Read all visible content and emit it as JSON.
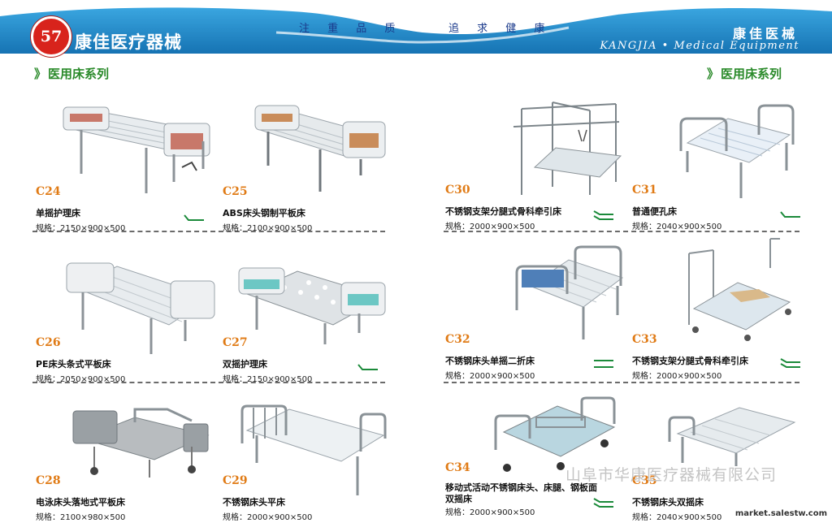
{
  "header": {
    "logo_text": "57",
    "company_cn": "康佳医疗器械",
    "slogan_1": "注 重 品 质",
    "slogan_2": "追 求 健 康",
    "brand_cn": "康佳医械",
    "brand_en": "KANGJIA • Medical Equipment",
    "colors": {
      "band": "#1f8fd1",
      "band_dark": "#1673b3",
      "logo_red": "#d8231c"
    }
  },
  "section_left": {
    "arrow": "》",
    "title": "医用床系列"
  },
  "section_right": {
    "arrow": "》",
    "title": "医用床系列"
  },
  "products": [
    {
      "code": "C24",
      "name": "单摇护理床",
      "spec": "规格：2150×900×500"
    },
    {
      "code": "C25",
      "name": "ABS床头钢制平板床",
      "spec": "规格：2100×900×500"
    },
    {
      "code": "C30",
      "name": "不锈钢支架分腿式骨科牵引床",
      "spec": "规格：2000×900×500"
    },
    {
      "code": "C31",
      "name": "普通便孔床",
      "spec": "规格：2040×900×500"
    },
    {
      "code": "C26",
      "name": "PE床头条式平板床",
      "spec": "规格：2050×900×500"
    },
    {
      "code": "C27",
      "name": "双摇护理床",
      "spec": "规格：2150×900×500"
    },
    {
      "code": "C32",
      "name": "不锈钢床头单摇二折床",
      "spec": "规格：2000×900×500"
    },
    {
      "code": "C33",
      "name": "不锈钢支架分腿式骨科牵引床",
      "spec": "规格：2000×900×500"
    },
    {
      "code": "C28",
      "name": "电泳床头落地式平板床",
      "spec": "规格：2100×980×500"
    },
    {
      "code": "C29",
      "name": "不锈钢床头平床",
      "spec": "规格：2000×900×500"
    },
    {
      "code": "C34",
      "name": "移动式活动不锈钢床头、床腿、钢板面双摇床",
      "spec": "规格：2000×900×500"
    },
    {
      "code": "C35",
      "name": "不锈钢床头双摇床",
      "spec": "规格：2040×900×500"
    }
  ],
  "watermark": {
    "company": "山阜市华康医疗器械有限公司",
    "url": "market.salestw.com"
  }
}
